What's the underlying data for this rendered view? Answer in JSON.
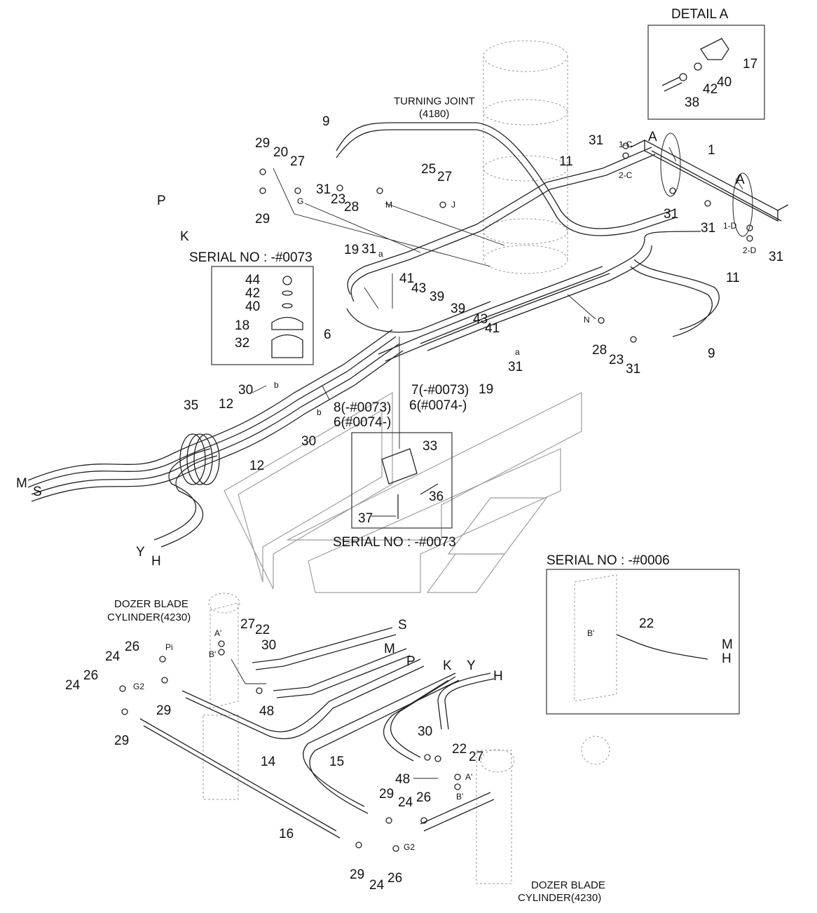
{
  "detail_title": "DETAIL A",
  "texts": {
    "turning_joint": "TURNING JOINT",
    "turning_joint_code": "(4180)",
    "serial_top": "SERIAL NO : -#0073",
    "serial_mid": "SERIAL NO : -#0073",
    "serial_right": "SERIAL NO : -#0006",
    "dozer_left_1": "DOZER BLADE",
    "dozer_left_2": "CYLINDER(4230)",
    "dozer_bottom_1": "DOZER BLADE",
    "dozer_bottom_2": "CYLINDER(4230)",
    "part_7": "7(-#0073)",
    "part_6a": "6(#0074-)",
    "part_8": "8(-#0073)",
    "part_6b": "6(#0074-)"
  },
  "line_letters": {
    "P": "P",
    "K": "K",
    "M": "M",
    "S": "S",
    "Y": "Y",
    "H": "H",
    "A1": "A",
    "A2": "A"
  },
  "port_labels": {
    "G": "G",
    "M": "M",
    "J": "J",
    "N": "N",
    "a": "a",
    "b": "b",
    "c1": "1-C",
    "c2": "2-C",
    "d1": "1-D",
    "d2": "2-D",
    "Pi": "Pi",
    "G2": "G2",
    "Ap": "A'",
    "Bp": "B'"
  },
  "part_numbers": [
    "1",
    "6",
    "9",
    "11",
    "12",
    "14",
    "15",
    "16",
    "17",
    "18",
    "19",
    "20",
    "22",
    "23",
    "24",
    "25",
    "26",
    "27",
    "28",
    "29",
    "30",
    "31",
    "32",
    "33",
    "35",
    "36",
    "37",
    "38",
    "39",
    "40",
    "41",
    "42",
    "43",
    "44",
    "48"
  ]
}
